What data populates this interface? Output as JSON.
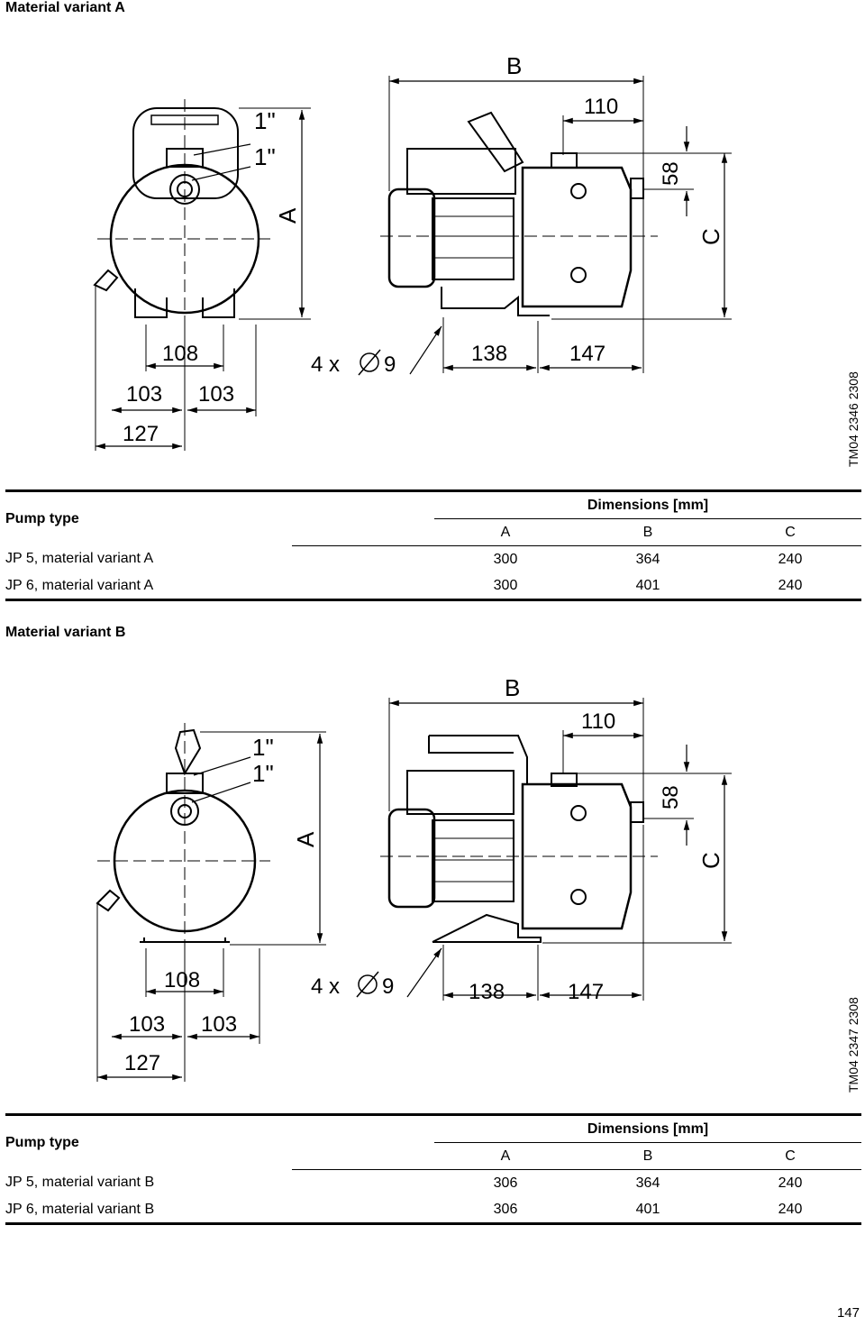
{
  "sections": [
    {
      "heading": "Material variant A",
      "figure_id": "TM04 2346 2308",
      "labels": {
        "thread_outer": "1\"",
        "thread_inner": "1\"",
        "dim_a": "A",
        "dim_b": "B",
        "dim_c": "C",
        "dim_108": "108",
        "dim_103_left": "103",
        "dim_103_right": "103",
        "dim_127": "127",
        "holes_prefix": "4 x",
        "holes_value": "9",
        "dim_110": "110",
        "dim_58": "58",
        "dim_138": "138",
        "dim_147": "147"
      },
      "table": {
        "pump_type_label": "Pump type",
        "dimensions_label": "Dimensions [mm]",
        "columns": [
          "A",
          "B",
          "C"
        ],
        "rows": [
          {
            "type": "JP 5, material variant A",
            "a": "300",
            "b": "364",
            "c": "240"
          },
          {
            "type": "JP 6, material variant A",
            "a": "300",
            "b": "401",
            "c": "240"
          }
        ]
      }
    },
    {
      "heading": "Material variant B",
      "figure_id": "TM04 2347 2308",
      "labels": {
        "thread_outer": "1\"",
        "thread_inner": "1\"",
        "dim_a": "A",
        "dim_b": "B",
        "dim_c": "C",
        "dim_108": "108",
        "dim_103_left": "103",
        "dim_103_right": "103",
        "dim_127": "127",
        "holes_prefix": "4 x",
        "holes_value": "9",
        "dim_110": "110",
        "dim_58": "58",
        "dim_138": "138",
        "dim_147": "147"
      },
      "table": {
        "pump_type_label": "Pump type",
        "dimensions_label": "Dimensions [mm]",
        "columns": [
          "A",
          "B",
          "C"
        ],
        "rows": [
          {
            "type": "JP 5, material variant B",
            "a": "306",
            "b": "364",
            "c": "240"
          },
          {
            "type": "JP 6, material variant B",
            "a": "306",
            "b": "401",
            "c": "240"
          }
        ]
      }
    }
  ],
  "page_number": "147"
}
